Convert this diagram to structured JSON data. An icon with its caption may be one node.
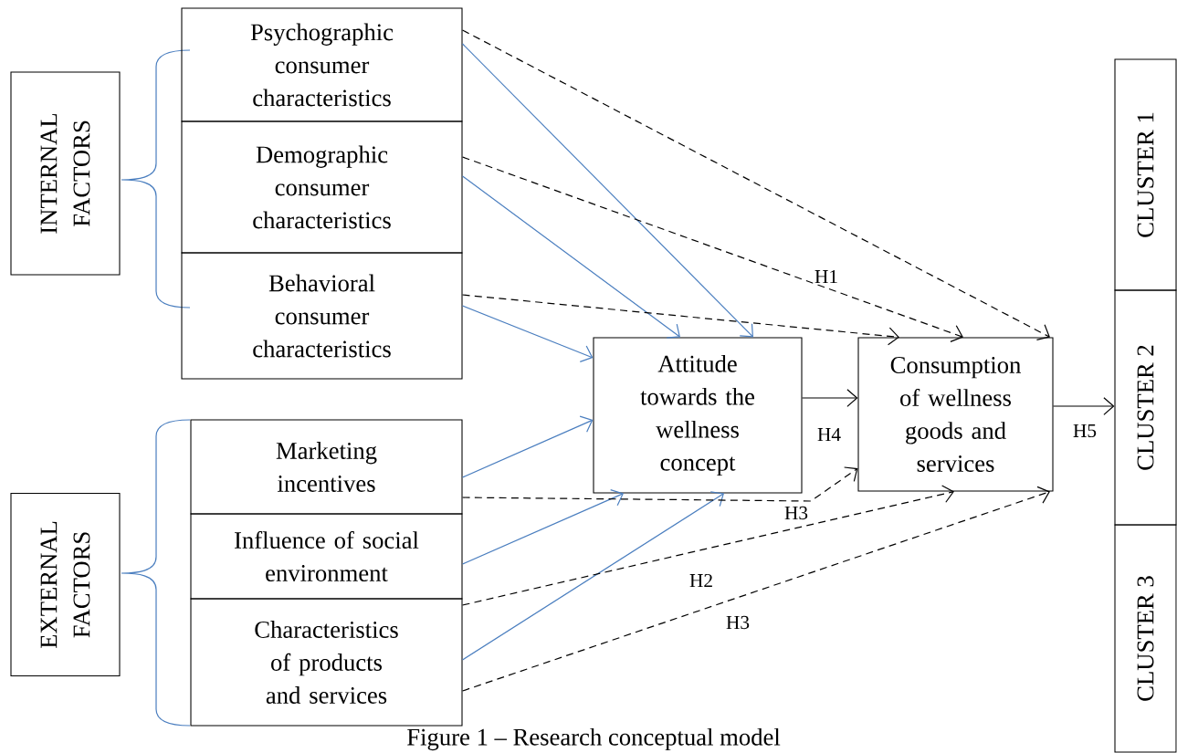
{
  "diagram": {
    "caption": "Figure 1 – Research conceptual model",
    "nodes": [
      {
        "text": [
          "INTERNAL FACTORS"
        ]
      },
      {
        "text": [
          "EXTERNAL FACTORS"
        ]
      },
      {
        "text": [
          "Psychographic consumer characteristics"
        ]
      },
      {
        "text": [
          "Demographic consumer characteristics"
        ]
      },
      {
        "text": [
          "Behavioral consumer characteristics"
        ]
      },
      {
        "text": [
          "Marketing incentives"
        ]
      },
      {
        "text": [
          "Influence of social environment"
        ]
      },
      {
        "text": [
          "Characteristics of products and services"
        ]
      },
      {
        "text": [
          "Attitude towards the wellness concept"
        ]
      },
      {
        "text": [
          "Consumption of wellness goods and services"
        ]
      },
      {
        "text": [
          "CLUSTER 1"
        ]
      },
      {
        "text": [
          "CLUSTER 2"
        ]
      },
      {
        "text": [
          "CLUSTER 3"
        ]
      }
    ],
    "edges": [
      {
        "from": 2,
        "to": 8,
        "arrow": "to",
        "color": "#4a7ebf"
      },
      {
        "from": 3,
        "to": 8,
        "arrow": "to",
        "color": "#4a7ebf"
      },
      {
        "from": 4,
        "to": 8,
        "arrow": "to",
        "color": "#4a7ebf"
      },
      {
        "from": 5,
        "to": 8,
        "arrow": "to",
        "color": "#4a7ebf"
      },
      {
        "from": 6,
        "to": 8,
        "arrow": "to",
        "color": "#4a7ebf"
      },
      {
        "from": 7,
        "to": 8,
        "arrow": "to",
        "color": "#4a7ebf"
      },
      {
        "from": 2,
        "to": 9,
        "arrow": "to",
        "style": "dashed"
      },
      {
        "from": 3,
        "to": 9,
        "arrow": "to",
        "style": "dashed",
        "label": "H1"
      },
      {
        "from": 4,
        "to": 9,
        "arrow": "to",
        "style": "dashed"
      },
      {
        "from": 5,
        "to": 9,
        "arrow": "to",
        "style": "dashed",
        "label": "H3"
      },
      {
        "from": 6,
        "to": 9,
        "arrow": "to",
        "style": "dashed",
        "label": "H2"
      },
      {
        "from": 7,
        "to": 9,
        "arrow": "to",
        "style": "dashed",
        "label": "H3"
      },
      {
        "from": 8,
        "to": 9,
        "arrow": "to",
        "label": "H4"
      },
      {
        "from": 9,
        "to": 11,
        "arrow": "to",
        "label": "H5"
      }
    ]
  }
}
